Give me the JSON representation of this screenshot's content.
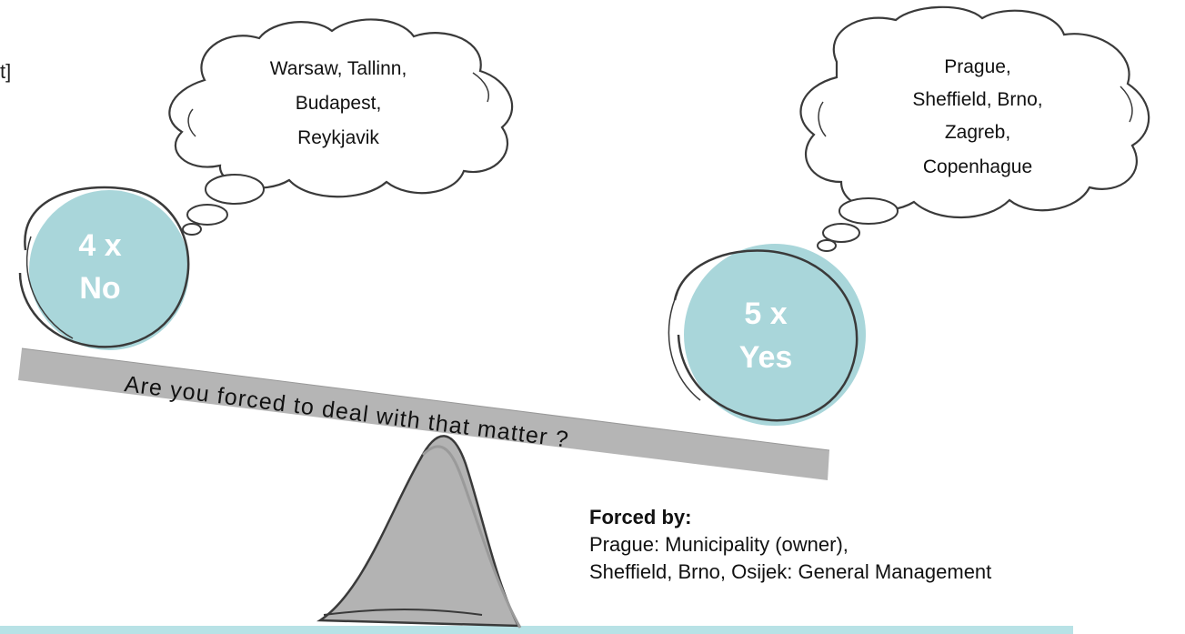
{
  "edge_fragment": "t]",
  "no_ball": {
    "count": "4 x",
    "answer": "No"
  },
  "yes_ball": {
    "count": "5 x",
    "answer": "Yes"
  },
  "no_cloud": {
    "lines": [
      "Warsaw, Tallinn,",
      "Budapest,",
      "Reykjavik"
    ]
  },
  "yes_cloud": {
    "lines": [
      "Prague,",
      "Sheffield, Brno,",
      "Zagreb,",
      "Copenhague"
    ]
  },
  "question": "Are you forced to deal with that matter ?",
  "forced_by": {
    "heading": "Forced by:",
    "lines": [
      "Prague: Municipality (owner),",
      "Sheffield, Brno, Osijek: General Management"
    ]
  },
  "colors": {
    "ball_fill": "#a9d6da",
    "ball_text": "#ffffff",
    "plank": "#b5b5b5",
    "fulcrum": "#b3b3b3",
    "footer_band": "#b8e2e6",
    "outline": "#3a3a3a"
  }
}
